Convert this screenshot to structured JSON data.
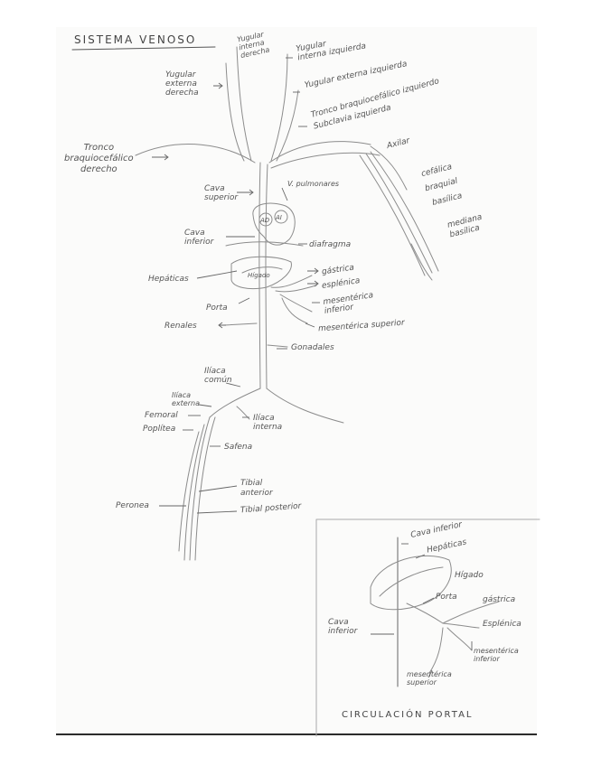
{
  "title": "SISTEMA VENOSO",
  "main_labels": {
    "yugular_interna_derecha": "Yugular\ninterna\nderecha",
    "yugular_externa_derecha": "Yugular\nexterna\nderecha",
    "yugular_interna_izquierda": "Yugular\ninterna izquierda",
    "yugular_externa_izquierda": "Yugular externa izquierda",
    "tronco_braquiocefalico_izquierdo": "Tronco braquiocefálico izquierdo",
    "subclavia_izquierda": "Subclavia izquierda",
    "tronco_braquiocefalico_derecho": "Tronco\nbraquiocefálico\nderecho",
    "axilar": "Axilar",
    "cefalica": "cefálica",
    "braquial": "braquial",
    "basilica": "basílica",
    "mediana_basilica": "mediana\nbasílica",
    "cava_superior": "Cava\nsuperior",
    "v_pulmonares": "V. pulmonares",
    "ad": "AD",
    "ai": "AI",
    "cava_inferior": "Cava\ninferior",
    "diafragma": "diafragma",
    "hepaticas": "Hepáticas",
    "higado": "Hígado",
    "gastrica": "gástrica",
    "esplenica": "esplénica",
    "mesenterica_inferior": "mesentérica\ninferior",
    "porta": "Porta",
    "renales": "Renales",
    "mesenterica_superior": "mesentérica superior",
    "gonadales": "Gonadales",
    "iliaca_comun": "Ilíaca\ncomún",
    "iliaca_externa": "Ilíaca\nexterna",
    "femoral": "Femoral",
    "poplitea": "Poplítea",
    "iliaca_interna": "Ilíaca\ninterna",
    "safena": "Safena",
    "tibial_anterior": "Tibial\nanterior",
    "peronea": "Peronea",
    "tibial_posterior": "Tibial posterior"
  },
  "portal_labels": {
    "title": "CIRCULACIÓN PORTAL",
    "cava_inferior_top": "Cava inferior",
    "hepaticas": "Hepáticas",
    "higado": "Hígado",
    "porta": "Porta",
    "gastrica": "gástrica",
    "cava_inferior_left": "Cava\ninferior",
    "esplenica": "Esplénica",
    "mesenterica_inferior": "mesentérica\ninferior",
    "mesenterica_superior": "mesentérica\nsuperior"
  },
  "colors": {
    "pencil": "#8a8a8a",
    "pencil_dark": "#555555",
    "paper": "#fbfbfa"
  }
}
